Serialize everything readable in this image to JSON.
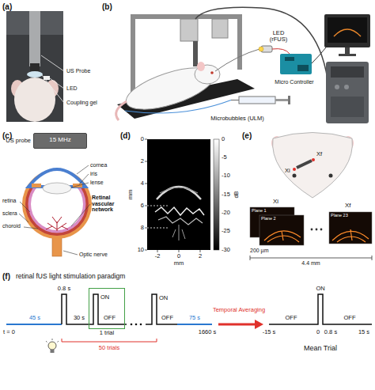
{
  "diagram": {
    "nodes": [
      {
        "text": [
          "US probe",
          "15 MHz"
        ]
      },
      {
        "text": [
          "ON",
          "OFF",
          "1 trial"
        ]
      }
    ],
    "labels": [
      "(a)",
      "US Probe",
      "LED",
      "Coupling gel",
      "(b)",
      "LED (rFUS)",
      "Micro Controller",
      "Microbubbles (ULM)",
      "(c)",
      "cornea",
      "iris",
      "lense",
      "retina",
      "sclera",
      "choroid",
      "Retinal vascular network",
      "Optic nerve",
      "(d)",
      "0",
      "2",
      "4",
      "6",
      "8",
      "10",
      "mm",
      "-2",
      "0",
      "2",
      "mm",
      "0",
      "-5",
      "-10",
      "-15",
      "-20",
      "-25",
      "-30",
      "dB",
      "(e)",
      "Xi",
      "Xf",
      "Xi",
      "Xf",
      "Plane 1",
      "Plane 2",
      "Plane 23",
      "200 µm",
      "4.4 mm",
      "(f)",
      "retinal fUS light stimulation paradigm",
      "t = 0",
      "45 s",
      "0.8 s",
      "30 s",
      "ON",
      "OFF",
      "75 s",
      "1660 s",
      "50 trials",
      "Temporal Averaging",
      "ON",
      "OFF",
      "OFF",
      "-15 s",
      "0",
      "0.8 s",
      "15 s",
      "Mean Trial"
    ]
  }
}
